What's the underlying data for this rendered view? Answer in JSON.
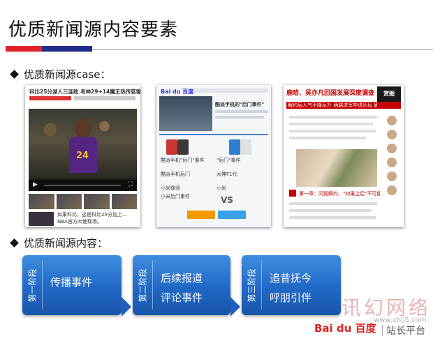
{
  "title": "优质新闻源内容要素",
  "section1_label": "优质新闻源case：",
  "section2_label": "优质新闻源内容：",
  "colors": {
    "accent_red": "#e0232b",
    "accent_navy": "#1f2d8a",
    "step_blue": "#2168c6"
  },
  "case1": {
    "headline": "科比25分湖人三连败 考神29+14魔王热传篮筐",
    "jersey_number": "24",
    "caption": "如果科比，这是科比25分加上…",
    "sub_caption": "NBA官方大使现场。"
  },
  "case2": {
    "logo": "Bai du 百度",
    "article_title": "酷派手机的\"后门事件\"",
    "vs": "VS",
    "list": [
      "酷派手机\"后门\"事件",
      "\"后门\"事件",
      "酷派手机后门",
      "大神F1代",
      "小米体验",
      "小米",
      "小米后门事件"
    ]
  },
  "case3": {
    "headline": "鹿晗、吴亦凡回国发展深度调查",
    "subheadline": "解约后人气不降反升 两路进军华语乐坛 鹿晗吴亦凡各有千秋",
    "logo": "赏图",
    "section": "第一章：问题解约，\"如果之后\"不可能吗"
  },
  "steps": [
    {
      "stage": "第一阶段",
      "lines": [
        "传播事件"
      ]
    },
    {
      "stage": "第二阶段",
      "lines": [
        "后续报道",
        "评论事件"
      ]
    },
    {
      "stage": "第三阶段",
      "lines": [
        "追昔抚今",
        "呼朋引伴"
      ]
    }
  ],
  "watermark": {
    "brand": "讯幻网络",
    "url": "www.xhlj5.com",
    "baidu_logo": "Bai du 百度",
    "platform": "站长平台"
  }
}
